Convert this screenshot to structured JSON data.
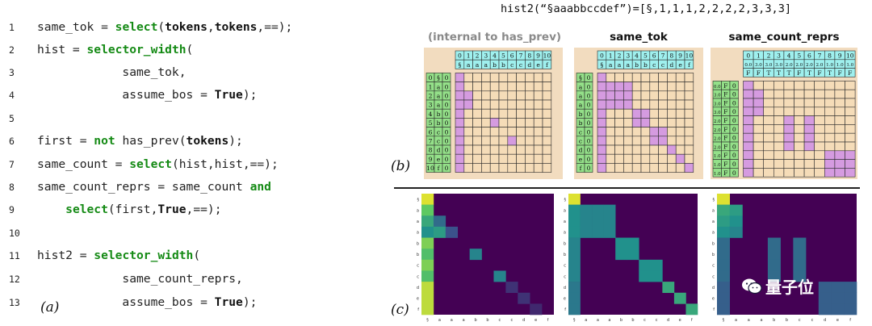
{
  "code": {
    "lines": [
      {
        "n": "1",
        "segs": [
          [
            "t",
            "same_tok = "
          ],
          [
            "k",
            "select"
          ],
          [
            "t",
            "("
          ],
          [
            "b",
            "tokens"
          ],
          [
            "t",
            ","
          ],
          [
            "b",
            "tokens"
          ],
          [
            "t",
            ",==);"
          ]
        ]
      },
      {
        "n": "2",
        "segs": [
          [
            "t",
            "hist = "
          ],
          [
            "k",
            "selector_width"
          ],
          [
            "t",
            "("
          ]
        ]
      },
      {
        "n": "3",
        "segs": [
          [
            "t",
            "            same_tok,"
          ]
        ]
      },
      {
        "n": "4",
        "segs": [
          [
            "t",
            "            assume_bos = "
          ],
          [
            "b",
            "True"
          ],
          [
            "t",
            ");"
          ]
        ]
      },
      {
        "n": "5",
        "segs": []
      },
      {
        "n": "6",
        "segs": [
          [
            "t",
            "first = "
          ],
          [
            "k",
            "not"
          ],
          [
            "t",
            " has_prev("
          ],
          [
            "b",
            "tokens"
          ],
          [
            "t",
            ");"
          ]
        ]
      },
      {
        "n": "7",
        "segs": [
          [
            "t",
            "same_count = "
          ],
          [
            "k",
            "select"
          ],
          [
            "t",
            "(hist,hist,==);"
          ]
        ]
      },
      {
        "n": "8",
        "segs": [
          [
            "t",
            "same_count_reprs = same_count "
          ],
          [
            "k",
            "and"
          ]
        ]
      },
      {
        "n": "9",
        "segs": [
          [
            "t",
            "    "
          ],
          [
            "k",
            "select"
          ],
          [
            "t",
            "(first,"
          ],
          [
            "b",
            "True"
          ],
          [
            "t",
            ",==);"
          ]
        ]
      },
      {
        "n": "10",
        "segs": []
      },
      {
        "n": "11",
        "segs": [
          [
            "t",
            "hist2 = "
          ],
          [
            "k",
            "selector_width"
          ],
          [
            "t",
            "("
          ]
        ]
      },
      {
        "n": "12",
        "segs": [
          [
            "t",
            "            same_count_reprs,"
          ]
        ]
      },
      {
        "n": "13",
        "segs": [
          [
            "t",
            "            assume_bos = "
          ],
          [
            "b",
            "True"
          ],
          [
            "t",
            ");"
          ]
        ]
      }
    ]
  },
  "labels": {
    "a": "(a)",
    "b": "(b)",
    "c": "(c)"
  },
  "hist2_title": "hist2(“§aaabbccdef”)=[§,1,1,1,2,2,2,2,3,3,3]",
  "grids": [
    {
      "title": "(internal to has_prev)",
      "title_gray": true,
      "top_rows": [
        [
          "0",
          "1",
          "2",
          "3",
          "4",
          "5",
          "6",
          "7",
          "8",
          "9",
          "10"
        ],
        [
          "§",
          "a",
          "a",
          "a",
          "b",
          "b",
          "c",
          "c",
          "d",
          "e",
          "f"
        ]
      ],
      "left_cols": [
        [
          "0",
          "1",
          "2",
          "3",
          "4",
          "5",
          "6",
          "7",
          "8",
          "9",
          "10"
        ],
        [
          "§",
          "a",
          "a",
          "a",
          "b",
          "b",
          "c",
          "c",
          "d",
          "e",
          "f"
        ],
        [
          "0",
          "0",
          "0",
          "0",
          "0",
          "0",
          "0",
          "0",
          "0",
          "0",
          "0"
        ]
      ],
      "cells": [
        [
          0,
          0
        ],
        [
          1,
          0
        ],
        [
          2,
          0
        ],
        [
          2,
          1
        ],
        [
          3,
          0
        ],
        [
          3,
          1
        ],
        [
          4,
          0
        ],
        [
          5,
          0
        ],
        [
          5,
          4
        ],
        [
          6,
          0
        ],
        [
          7,
          0
        ],
        [
          7,
          6
        ],
        [
          8,
          0
        ],
        [
          9,
          0
        ],
        [
          10,
          0
        ]
      ]
    },
    {
      "title": "same_tok",
      "title_gray": false,
      "top_rows": [
        [
          "0",
          "1",
          "2",
          "3",
          "4",
          "5",
          "6",
          "7",
          "8",
          "9",
          "10"
        ],
        [
          "§",
          "a",
          "a",
          "a",
          "b",
          "b",
          "c",
          "c",
          "d",
          "e",
          "f"
        ]
      ],
      "left_cols": [
        [
          "§",
          "a",
          "a",
          "a",
          "b",
          "b",
          "c",
          "c",
          "d",
          "e",
          "f"
        ],
        [
          "0",
          "0",
          "0",
          "0",
          "0",
          "0",
          "0",
          "0",
          "0",
          "0",
          "0"
        ]
      ],
      "cells": [
        [
          0,
          0
        ],
        [
          1,
          0
        ],
        [
          1,
          1
        ],
        [
          1,
          2
        ],
        [
          1,
          3
        ],
        [
          2,
          0
        ],
        [
          2,
          1
        ],
        [
          2,
          2
        ],
        [
          2,
          3
        ],
        [
          3,
          0
        ],
        [
          3,
          1
        ],
        [
          3,
          2
        ],
        [
          3,
          3
        ],
        [
          4,
          0
        ],
        [
          4,
          4
        ],
        [
          4,
          5
        ],
        [
          5,
          0
        ],
        [
          5,
          4
        ],
        [
          5,
          5
        ],
        [
          6,
          0
        ],
        [
          6,
          6
        ],
        [
          6,
          7
        ],
        [
          7,
          0
        ],
        [
          7,
          6
        ],
        [
          7,
          7
        ],
        [
          8,
          0
        ],
        [
          8,
          8
        ],
        [
          9,
          0
        ],
        [
          9,
          9
        ],
        [
          10,
          0
        ],
        [
          10,
          10
        ]
      ]
    },
    {
      "title": "same_count_reprs",
      "title_gray": false,
      "top_rows": [
        [
          "0",
          "1",
          "2",
          "3",
          "4",
          "5",
          "6",
          "7",
          "8",
          "9",
          "10"
        ],
        [
          "0.0",
          "3.0",
          "3.0",
          "3.0",
          "2.0",
          "2.0",
          "2.0",
          "2.0",
          "1.0",
          "1.0",
          "1.0"
        ],
        [
          "F",
          "F",
          "T",
          "T",
          "T",
          "F",
          "T",
          "F",
          "T",
          "F",
          "F"
        ]
      ],
      "left_cols": [
        [
          "0.0",
          "3.0",
          "3.0",
          "3.0",
          "2.0",
          "2.0",
          "2.0",
          "2.0",
          "1.0",
          "1.0",
          "1.0"
        ],
        [
          "F",
          "F",
          "F",
          "F",
          "F",
          "F",
          "F",
          "F",
          "F",
          "F",
          "F"
        ],
        [
          "0",
          "0",
          "0",
          "0",
          "0",
          "0",
          "0",
          "0",
          "0",
          "0",
          "0"
        ]
      ],
      "cells": [
        [
          0,
          0
        ],
        [
          1,
          0
        ],
        [
          1,
          1
        ],
        [
          2,
          0
        ],
        [
          2,
          1
        ],
        [
          3,
          0
        ],
        [
          3,
          1
        ],
        [
          4,
          0
        ],
        [
          4,
          4
        ],
        [
          4,
          6
        ],
        [
          5,
          0
        ],
        [
          5,
          4
        ],
        [
          5,
          6
        ],
        [
          6,
          0
        ],
        [
          6,
          4
        ],
        [
          6,
          6
        ],
        [
          7,
          0
        ],
        [
          7,
          4
        ],
        [
          7,
          6
        ],
        [
          8,
          0
        ],
        [
          8,
          8
        ],
        [
          8,
          9
        ],
        [
          8,
          10
        ],
        [
          9,
          0
        ],
        [
          9,
          8
        ],
        [
          9,
          9
        ],
        [
          9,
          10
        ],
        [
          10,
          0
        ],
        [
          10,
          8
        ],
        [
          10,
          9
        ],
        [
          10,
          10
        ]
      ]
    }
  ],
  "heatmaps": [
    {
      "xticks": [
        "§",
        "a",
        "a",
        "a",
        "b",
        "b",
        "c",
        "c",
        "d",
        "e",
        "f"
      ],
      "yticks": [
        "§",
        "a",
        "a",
        "a",
        "b",
        "b",
        "c",
        "c",
        "d",
        "e",
        "f"
      ],
      "cells": [
        [
          0,
          0,
          0.95
        ],
        [
          1,
          0,
          0.75
        ],
        [
          2,
          0,
          0.6
        ],
        [
          2,
          1,
          0.35
        ],
        [
          3,
          0,
          0.5
        ],
        [
          3,
          1,
          0.55
        ],
        [
          3,
          2,
          0.25
        ],
        [
          4,
          0,
          0.8
        ],
        [
          5,
          0,
          0.7
        ],
        [
          5,
          4,
          0.45
        ],
        [
          6,
          0,
          0.8
        ],
        [
          7,
          0,
          0.7
        ],
        [
          7,
          6,
          0.45
        ],
        [
          8,
          0,
          0.9
        ],
        [
          8,
          7,
          0.15
        ],
        [
          9,
          0,
          0.9
        ],
        [
          9,
          8,
          0.15
        ],
        [
          10,
          0,
          0.9
        ],
        [
          10,
          9,
          0.12
        ]
      ]
    },
    {
      "xticks": [
        "§",
        "a",
        "a",
        "a",
        "b",
        "b",
        "c",
        "c",
        "d",
        "e",
        "f"
      ],
      "yticks": [
        "§",
        "a",
        "a",
        "a",
        "b",
        "b",
        "c",
        "c",
        "d",
        "e",
        "f"
      ],
      "cells": [
        [
          0,
          0,
          0.95
        ],
        [
          1,
          0,
          0.5
        ],
        [
          1,
          1,
          0.45
        ],
        [
          1,
          2,
          0.45
        ],
        [
          1,
          3,
          0.45
        ],
        [
          2,
          0,
          0.5
        ],
        [
          2,
          1,
          0.45
        ],
        [
          2,
          2,
          0.45
        ],
        [
          2,
          3,
          0.45
        ],
        [
          3,
          0,
          0.5
        ],
        [
          3,
          1,
          0.45
        ],
        [
          3,
          2,
          0.45
        ],
        [
          3,
          3,
          0.45
        ],
        [
          4,
          0,
          0.45
        ],
        [
          4,
          4,
          0.5
        ],
        [
          4,
          5,
          0.5
        ],
        [
          5,
          0,
          0.45
        ],
        [
          5,
          4,
          0.5
        ],
        [
          5,
          5,
          0.5
        ],
        [
          6,
          0,
          0.45
        ],
        [
          6,
          6,
          0.5
        ],
        [
          6,
          7,
          0.5
        ],
        [
          7,
          0,
          0.45
        ],
        [
          7,
          6,
          0.5
        ],
        [
          7,
          7,
          0.5
        ],
        [
          8,
          0,
          0.4
        ],
        [
          8,
          8,
          0.6
        ],
        [
          9,
          0,
          0.4
        ],
        [
          9,
          9,
          0.6
        ],
        [
          10,
          0,
          0.4
        ],
        [
          10,
          10,
          0.6
        ]
      ]
    },
    {
      "xticks": [
        "§",
        "a",
        "a",
        "a",
        "b",
        "b",
        "c",
        "c",
        "d",
        "e",
        "f"
      ],
      "yticks": [
        "§",
        "a",
        "a",
        "a",
        "b",
        "b",
        "c",
        "c",
        "d",
        "e",
        "f"
      ],
      "cells": [
        [
          0,
          0,
          0.95
        ],
        [
          1,
          0,
          0.6
        ],
        [
          1,
          1,
          0.55
        ],
        [
          2,
          0,
          0.55
        ],
        [
          2,
          1,
          0.5
        ],
        [
          3,
          0,
          0.5
        ],
        [
          3,
          1,
          0.45
        ],
        [
          4,
          0,
          0.35
        ],
        [
          4,
          4,
          0.35
        ],
        [
          4,
          6,
          0.35
        ],
        [
          5,
          0,
          0.35
        ],
        [
          5,
          4,
          0.35
        ],
        [
          5,
          6,
          0.35
        ],
        [
          6,
          0,
          0.35
        ],
        [
          6,
          4,
          0.35
        ],
        [
          6,
          6,
          0.35
        ],
        [
          7,
          0,
          0.35
        ],
        [
          7,
          4,
          0.35
        ],
        [
          7,
          6,
          0.35
        ],
        [
          8,
          0,
          0.3
        ],
        [
          8,
          8,
          0.3
        ],
        [
          8,
          9,
          0.3
        ],
        [
          8,
          10,
          0.3
        ],
        [
          9,
          0,
          0.3
        ],
        [
          9,
          8,
          0.3
        ],
        [
          9,
          9,
          0.3
        ],
        [
          9,
          10,
          0.3
        ],
        [
          10,
          0,
          0.3
        ],
        [
          10,
          8,
          0.3
        ],
        [
          10,
          9,
          0.3
        ],
        [
          10,
          10,
          0.3
        ]
      ]
    }
  ],
  "watermark": "量子位"
}
